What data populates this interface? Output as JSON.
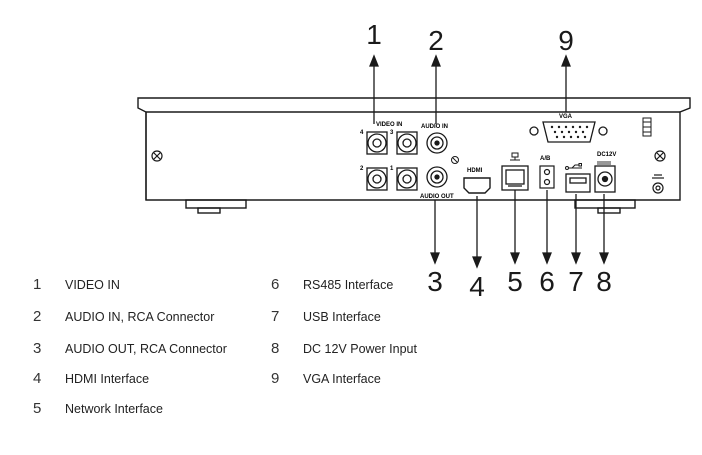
{
  "callouts": [
    {
      "num": "1",
      "label": "VIDEO IN"
    },
    {
      "num": "2",
      "label": "AUDIO IN, RCA Connector"
    },
    {
      "num": "3",
      "label": "AUDIO OUT, RCA Connector"
    },
    {
      "num": "4",
      "label": "HDMI Interface"
    },
    {
      "num": "5",
      "label": "Network Interface"
    },
    {
      "num": "6",
      "label": "RS485 Interface"
    },
    {
      "num": "7",
      "label": "USB Interface"
    },
    {
      "num": "8",
      "label": "DC 12V Power Input"
    },
    {
      "num": "9",
      "label": "VGA Interface"
    }
  ],
  "panel_labels": {
    "video_in": "VIDEO IN",
    "audio_in": "AUDIO IN",
    "audio_out": "AUDIO OUT",
    "vga": "VGA",
    "ab": "A/B",
    "dc12v": "DC12V",
    "hdmi": "HDMI",
    "ch1": "1",
    "ch2": "2",
    "ch3": "3",
    "ch4": "4"
  },
  "colors": {
    "line": "#1a1a1a",
    "panel_fill": "#ffffff"
  }
}
